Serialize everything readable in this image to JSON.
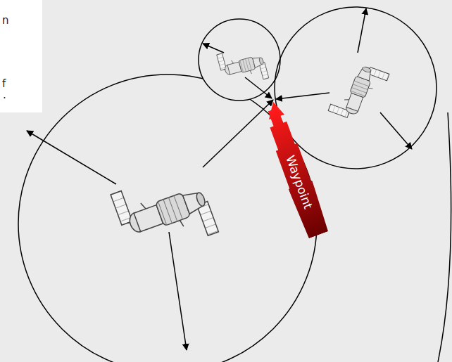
{
  "diagram": {
    "nodes": [
      {
        "text": [
          "Waypoint"
        ]
      }
    ],
    "labels": [
      "n",
      "f",
      "."
    ]
  }
}
